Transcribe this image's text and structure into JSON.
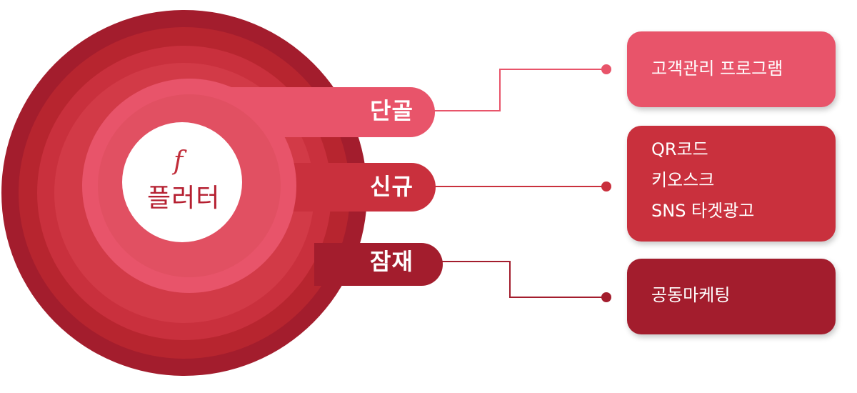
{
  "center": {
    "logo_glyph": "f",
    "label": "플러터"
  },
  "segments": [
    {
      "label": "단골",
      "color": "#e8546a"
    },
    {
      "label": "신규",
      "color": "#c9303d"
    },
    {
      "label": "잠재",
      "color": "#a31d2d"
    }
  ],
  "boxes": [
    {
      "lines": [
        "고객관리 프로그램"
      ],
      "color": "#e8546a"
    },
    {
      "lines": [
        "QR코드",
        "키오스크",
        "SNS 타겟광고"
      ],
      "color": "#c9303d"
    },
    {
      "lines": [
        "공동마케팅"
      ],
      "color": "#a31d2d"
    }
  ],
  "colors": {
    "ring_outer_dark": "#a31d2d",
    "ring_mid": "#c9303d",
    "ring_inner_light": "#e8546a",
    "center_bg": "#ffffff",
    "connector": "#e8546a"
  }
}
